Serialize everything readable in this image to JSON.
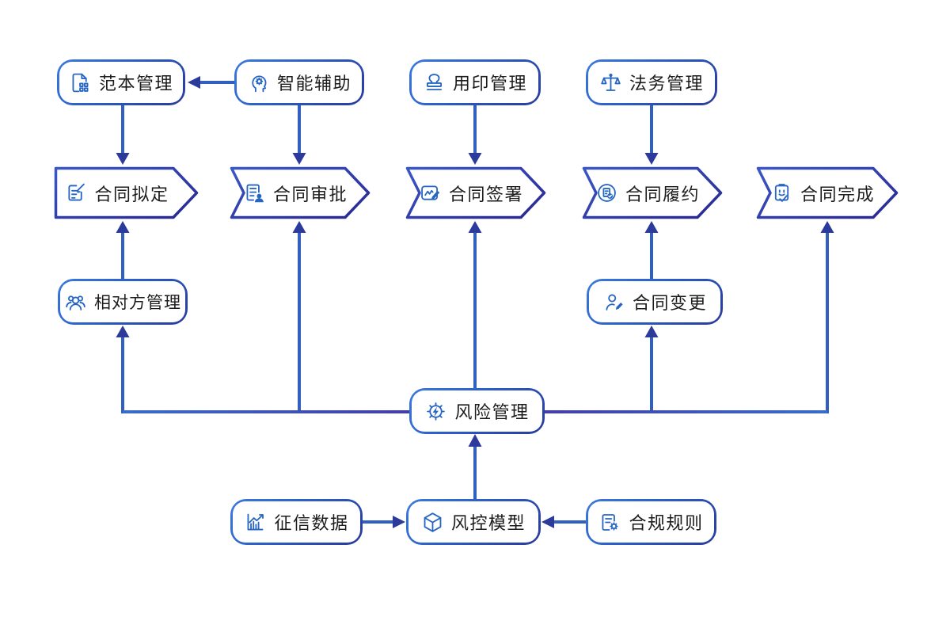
{
  "diagram": {
    "type": "flowchart",
    "title": "",
    "background": "#ffffff",
    "colors": {
      "box_border_start": "#3b79de",
      "box_border_end": "#2a3a9c",
      "chevron_border_start": "#3b57c6",
      "chevron_border_end": "#28278f",
      "line_blue": "#3160c0",
      "line_purple": "#46339b",
      "arrowhead": "#2c3a9c",
      "icon_blue": "#2566c2",
      "text": "#1c1c1c"
    },
    "nodes": [
      {
        "id": "template-management",
        "label": "范本管理",
        "icon": "document-template-icon",
        "shape": "rounded"
      },
      {
        "id": "ai-assist",
        "label": "智能辅助",
        "icon": "ai-head-icon",
        "shape": "rounded"
      },
      {
        "id": "seal-management",
        "label": "用印管理",
        "icon": "stamp-icon",
        "shape": "rounded"
      },
      {
        "id": "legal-management",
        "label": "法务管理",
        "icon": "scales-icon",
        "shape": "rounded"
      },
      {
        "id": "contract-drafting",
        "label": "合同拟定",
        "icon": "document-edit-icon",
        "shape": "chevron"
      },
      {
        "id": "contract-approval",
        "label": "合同审批",
        "icon": "document-person-icon",
        "shape": "chevron"
      },
      {
        "id": "contract-signing",
        "label": "合同签署",
        "icon": "signature-icon",
        "shape": "chevron"
      },
      {
        "id": "contract-performance",
        "label": "合同履约",
        "icon": "document-check-icon",
        "shape": "chevron"
      },
      {
        "id": "contract-completion",
        "label": "合同完成",
        "icon": "clipboard-smile-icon",
        "shape": "chevron"
      },
      {
        "id": "counterparty-management",
        "label": "相对方管理",
        "icon": "people-icon",
        "shape": "rounded"
      },
      {
        "id": "contract-change",
        "label": "合同变更",
        "icon": "person-edit-icon",
        "shape": "rounded"
      },
      {
        "id": "risk-management",
        "label": "风险管理",
        "icon": "gear-lightning-icon",
        "shape": "rounded"
      },
      {
        "id": "credit-data",
        "label": "征信数据",
        "icon": "chart-icon",
        "shape": "rounded"
      },
      {
        "id": "risk-model",
        "label": "风控模型",
        "icon": "cube-icon",
        "shape": "rounded"
      },
      {
        "id": "compliance-rules",
        "label": "合规规则",
        "icon": "document-gear-icon",
        "shape": "rounded"
      }
    ],
    "connections": [
      {
        "from": "智能辅助",
        "to": "范本管理"
      },
      {
        "from": "范本管理",
        "to": "合同拟定"
      },
      {
        "from": "智能辅助",
        "to": "合同审批"
      },
      {
        "from": "用印管理",
        "to": "合同签署"
      },
      {
        "from": "法务管理",
        "to": "合同履约"
      },
      {
        "from": "相对方管理",
        "to": "合同拟定"
      },
      {
        "from": "合同变更",
        "to": "合同履约"
      },
      {
        "from": "风险管理",
        "to": "相对方管理"
      },
      {
        "from": "风险管理",
        "to": "合同审批"
      },
      {
        "from": "风险管理",
        "to": "合同签署"
      },
      {
        "from": "风险管理",
        "to": "合同变更"
      },
      {
        "from": "风险管理",
        "to": "合同完成"
      },
      {
        "from": "风控模型",
        "to": "风险管理"
      },
      {
        "from": "征信数据",
        "to": "风控模型"
      },
      {
        "from": "合规规则",
        "to": "风控模型"
      }
    ]
  }
}
